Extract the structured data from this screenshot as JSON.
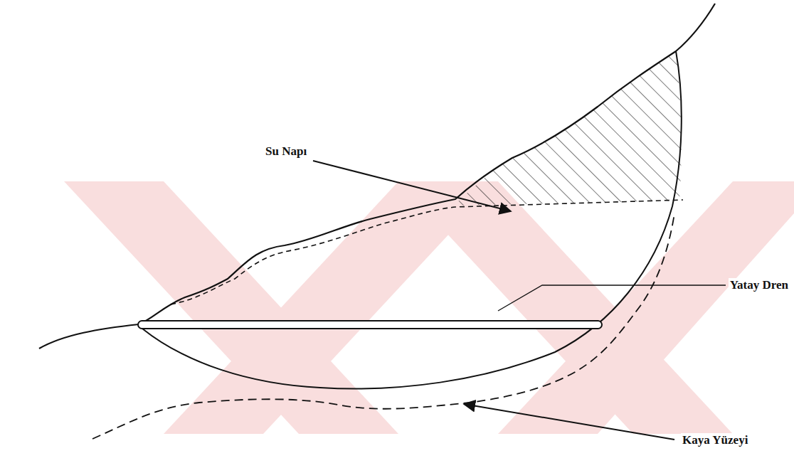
{
  "diagram": {
    "labels": [
      "Su Napı",
      "Yatay Dren",
      "Kaya Yüzeyi"
    ]
  }
}
